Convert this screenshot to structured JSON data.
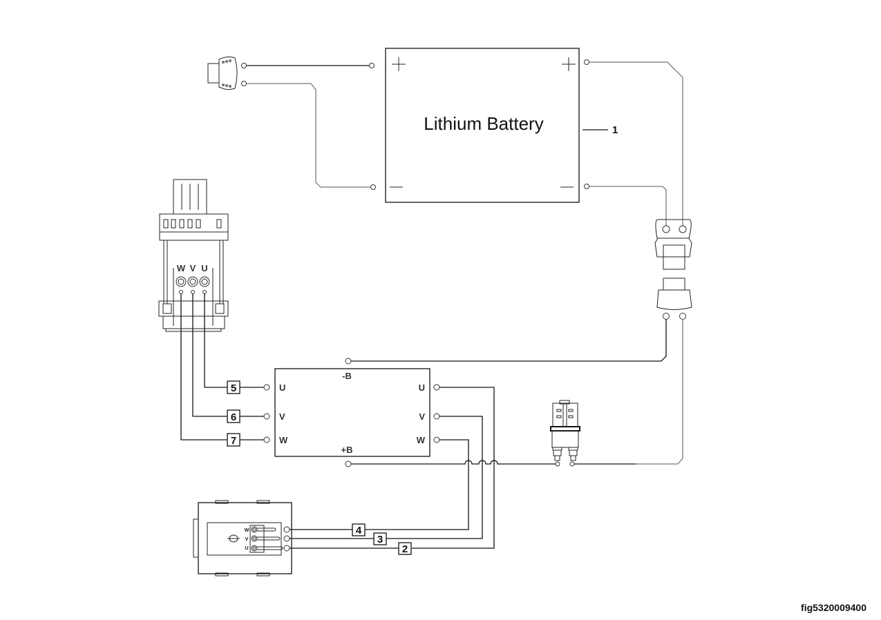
{
  "battery": {
    "label": "Lithium Battery",
    "callout": "1",
    "plus_symbol": "+",
    "minus_symbol": "—"
  },
  "controller": {
    "left_pins": [
      "U",
      "V",
      "W"
    ],
    "right_pins": [
      "U",
      "V",
      "W"
    ],
    "neg_label": "-B",
    "pos_label": "+B"
  },
  "motor": {
    "pins": [
      "W",
      "V",
      "U"
    ]
  },
  "pump_motor": {
    "pins": [
      "W",
      "V",
      "U"
    ]
  },
  "wire_tags": {
    "left": [
      "5",
      "6",
      "7"
    ],
    "bottom": [
      "4",
      "3",
      "2"
    ]
  },
  "figure_id": "fig5320009400"
}
